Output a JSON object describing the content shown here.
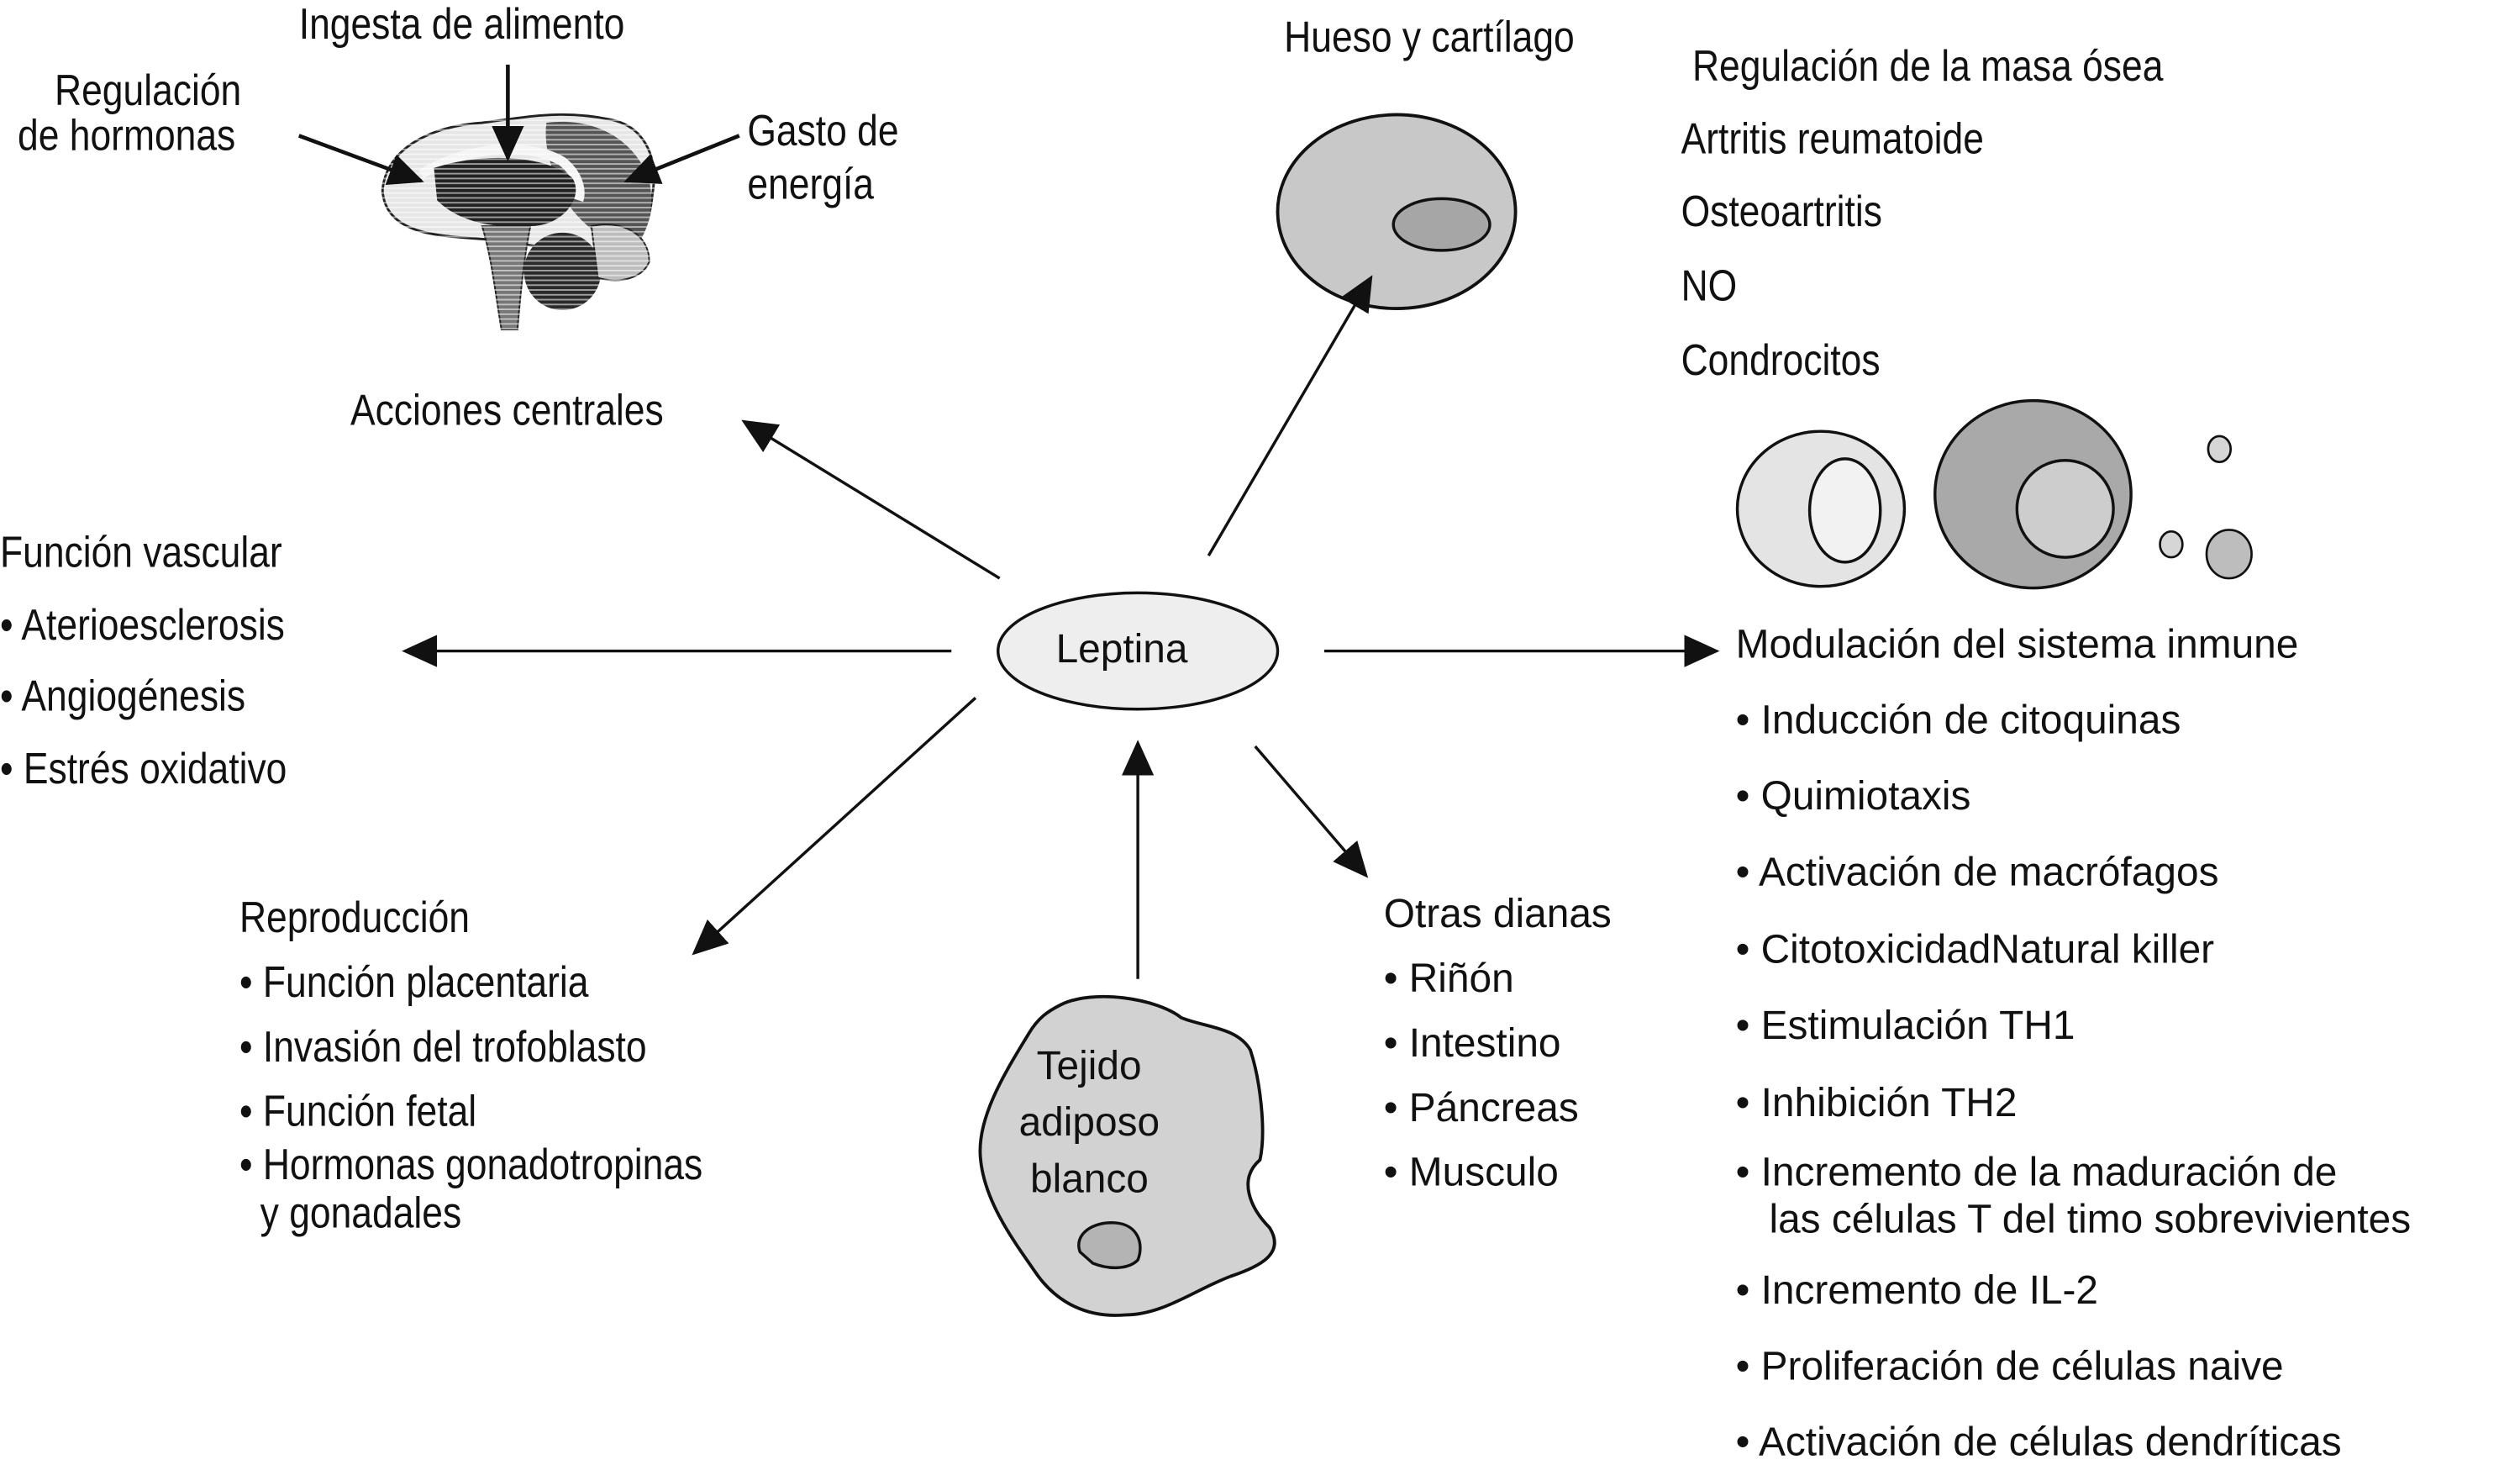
{
  "center": {
    "label": "Leptina"
  },
  "source": {
    "label_lines": [
      "Tejido",
      "adiposo",
      "blanco"
    ]
  },
  "central_actions": {
    "title": "Acciones centrales",
    "brain_labels": {
      "top": "Ingesta de alimento",
      "left_lines": [
        "Regulación",
        "de hormonas"
      ],
      "right_lines": [
        "Gasto de",
        "energía"
      ]
    }
  },
  "bone": {
    "title": "Hueso y cartílago",
    "items": [
      "Regulación de la masa ósea",
      "Artritis reumatoide",
      "Osteoartritis",
      "NO",
      "Condrocitos"
    ]
  },
  "vascular": {
    "title": "Función vascular",
    "items": [
      "• Aterioesclerosis",
      "• Angiogénesis",
      "• Estrés oxidativo"
    ]
  },
  "reproduction": {
    "title": "Reproducción",
    "items": [
      "• Función placentaria",
      "• Invasión del trofoblasto",
      "• Función fetal",
      "• Hormonas gonadotropinas",
      "  y gonadales"
    ]
  },
  "other_targets": {
    "title": "Otras dianas",
    "items": [
      "• Riñón",
      "• Intestino",
      "• Páncreas",
      "• Musculo"
    ]
  },
  "immune": {
    "title": "Modulación del sistema inmune",
    "items": [
      "• Inducción de citoquinas",
      "• Quimiotaxis",
      "• Activación de macrófagos",
      "• CitotoxicidadNatural killer",
      "• Estimulación TH1",
      "• Inhibición TH2",
      "• Incremento de la maduración de",
      "   las células T del timo sobrevivientes",
      "• Incremento de IL-2",
      "• Proliferación de células naive",
      "• Activación de células dendríticas"
    ]
  },
  "colors": {
    "leptina_fill": "#eeeeee",
    "bone_outer": "#c8c8c8",
    "bone_inner": "#a6a6a6",
    "adipose_fill": "#d2d2d2",
    "adipose_nucleus": "#b4b4b4",
    "cell1_outer": "#e4e4e4",
    "cell1_inner": "#f2f2f2",
    "cell2_outer": "#a9a9a9",
    "cell2_inner": "#cdcdcd",
    "small_cells": "#d6d6d6",
    "stroke": "#111111"
  }
}
